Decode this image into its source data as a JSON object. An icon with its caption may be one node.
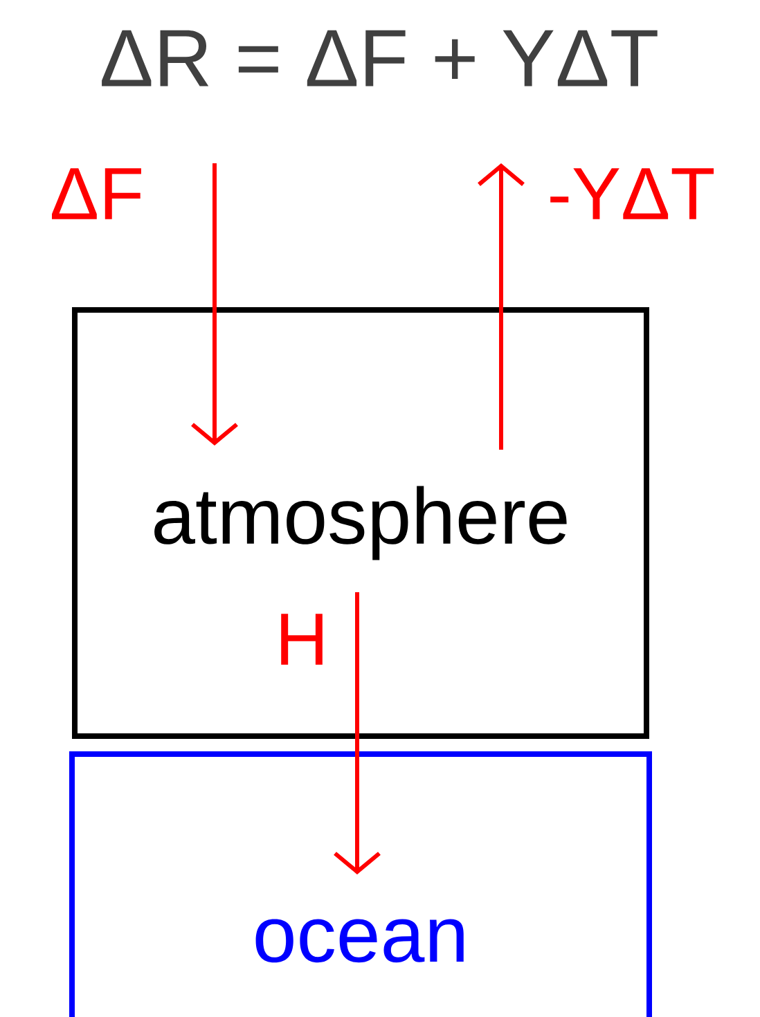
{
  "diagram": {
    "title": "ΔR = ΔF + YΔT",
    "nodes": [
      {
        "text": [
          "atmosphere"
        ]
      },
      {
        "text": [
          "ocean"
        ]
      }
    ],
    "edges": [
      {
        "from": null,
        "to": 0,
        "arrow": "to",
        "label": "ΔF"
      },
      {
        "from": 0,
        "to": null,
        "arrow": "to",
        "label": "-YΔT"
      },
      {
        "from": 0,
        "to": 1,
        "arrow": "to",
        "label": "H"
      }
    ]
  }
}
